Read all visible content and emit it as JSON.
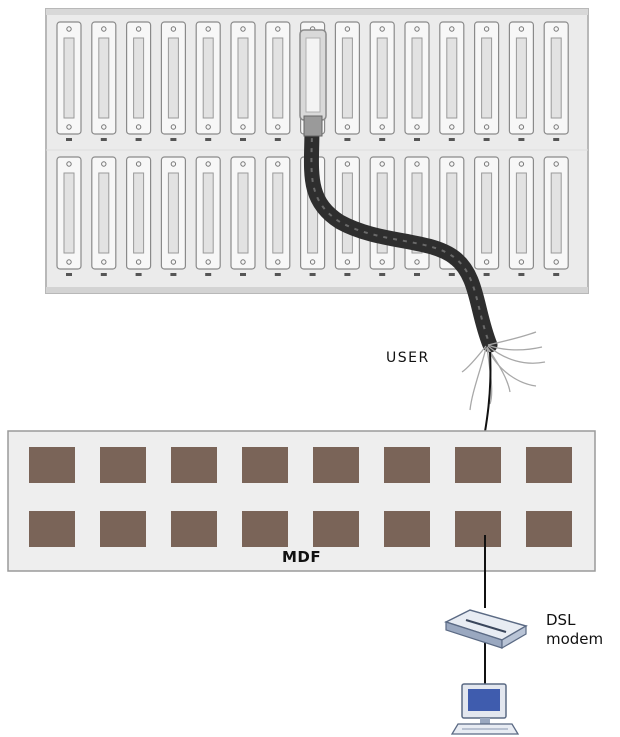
{
  "labels": {
    "user": "USER",
    "mdf": "MDF",
    "dsl_line1": "DSL",
    "dsl_line2": "modem"
  },
  "panel": {
    "connector_rows": 2,
    "connectors_per_row": 15,
    "colors": {
      "face": "#ebebeb",
      "frame": "#b5b5b5",
      "connector": "#f7f7f7",
      "connector_outline": "#8a8a8a"
    }
  },
  "mdf": {
    "block_rows": 2,
    "blocks_per_row": 8,
    "colors": {
      "face": "#eeeeee",
      "border": "#9a9a9a",
      "block": "#7a6458"
    }
  },
  "icons": {
    "cable": "amphenol-cable-icon",
    "modem": "dsl-modem-icon",
    "computer": "desktop-computer-icon"
  }
}
